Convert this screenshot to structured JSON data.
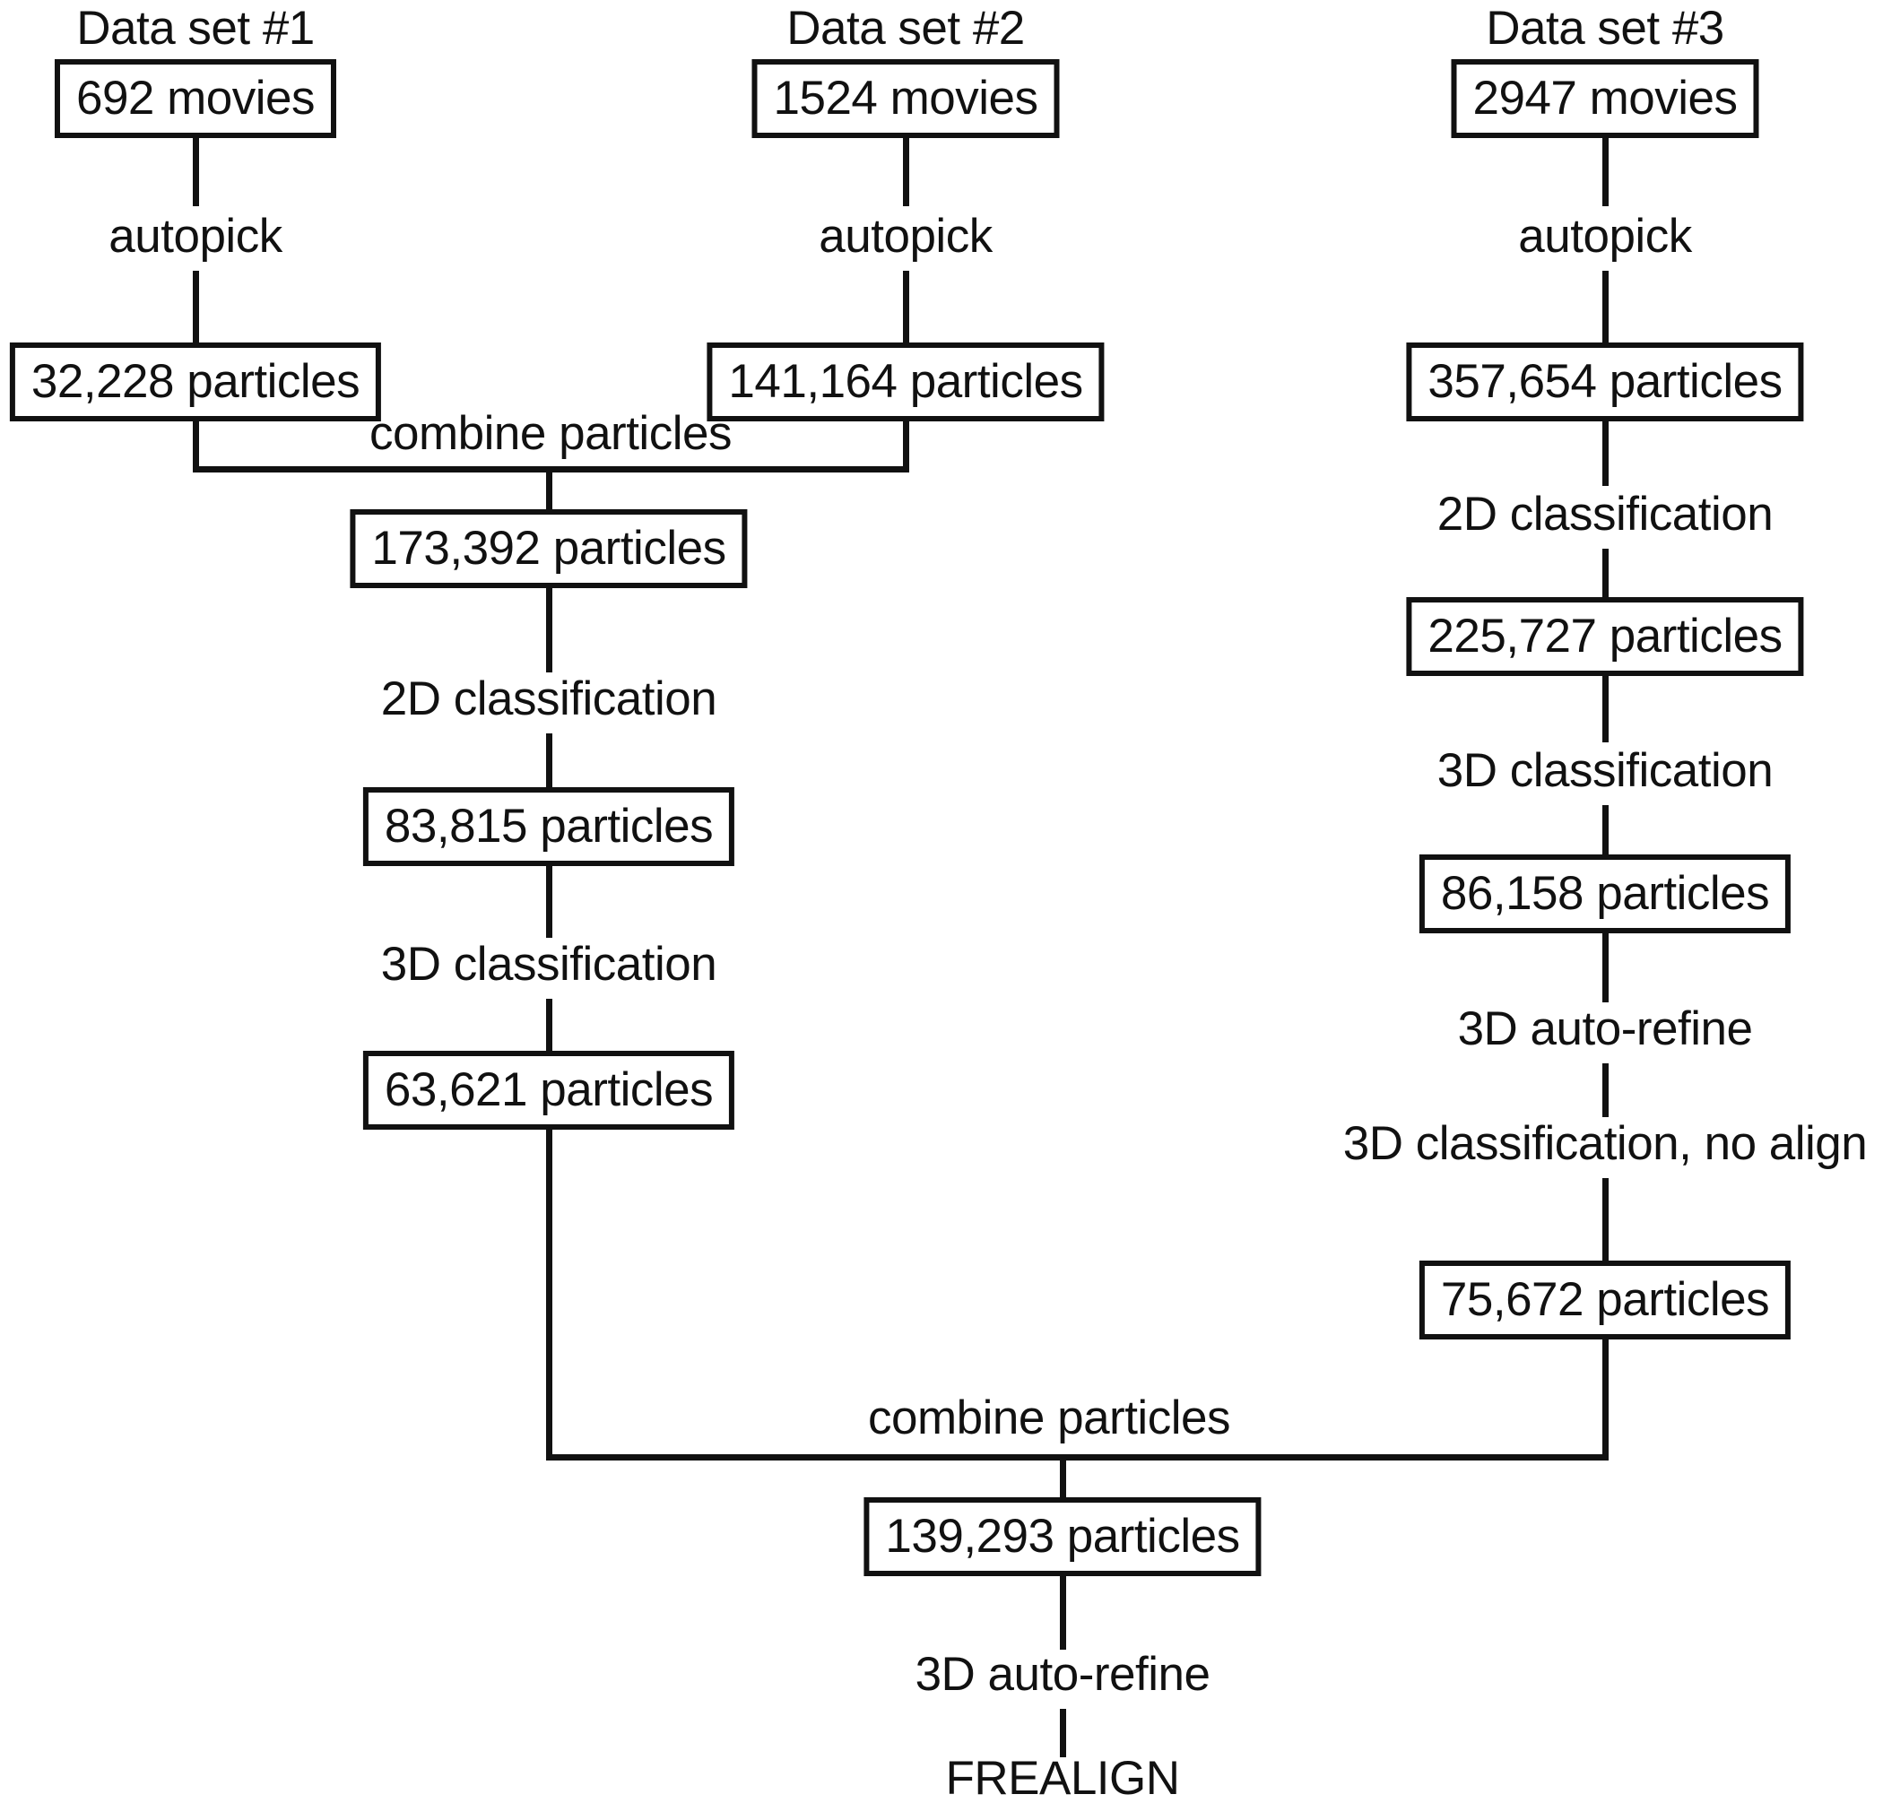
{
  "flow": {
    "datasets": [
      {
        "title": "Data set #1",
        "movies": "692 movies",
        "autopick_label": "autopick",
        "particles": "32,228 particles"
      },
      {
        "title": "Data set #2",
        "movies": "1524 movies",
        "autopick_label": "autopick",
        "particles": "141,164 particles"
      },
      {
        "title": "Data set #3",
        "movies": "2947 movies",
        "autopick_label": "autopick",
        "particles": "357,654 particles"
      }
    ],
    "combine1": {
      "label": "combine particles",
      "result": "173,392 particles"
    },
    "merged": {
      "steps": [
        {
          "label": "2D classification",
          "result": "83,815 particles"
        },
        {
          "label": "3D classification",
          "result": "63,621 particles"
        }
      ]
    },
    "ds3": {
      "steps": [
        {
          "label": "2D classification",
          "result": "225,727 particles"
        },
        {
          "label": "3D classification",
          "result": "86,158 particles"
        },
        {
          "label": "3D auto-refine"
        },
        {
          "label": "3D classification, no align",
          "result": "75,672 particles"
        }
      ]
    },
    "combine2": {
      "label": "combine particles",
      "result": "139,293 particles"
    },
    "final": {
      "refine_label": "3D auto-refine",
      "output": "FREALIGN"
    }
  }
}
